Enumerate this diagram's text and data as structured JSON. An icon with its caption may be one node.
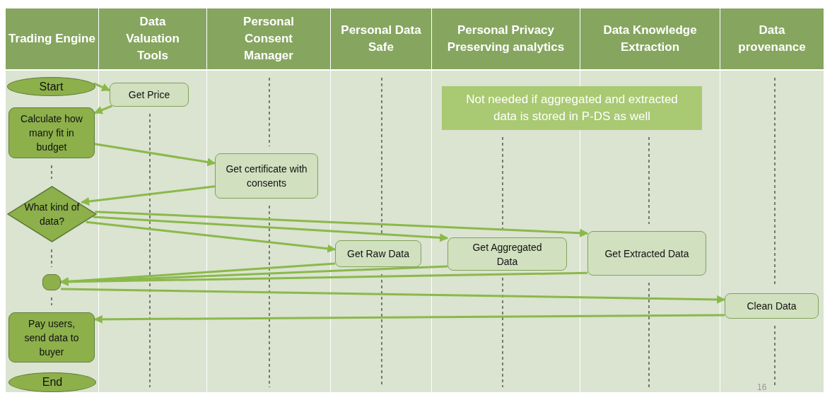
{
  "diagram": {
    "nodes": [
      {
        "text": [
          "Trading Engine"
        ]
      },
      {
        "text": [
          "Data Valuation Tools"
        ]
      },
      {
        "text": [
          "Personal Consent Manager"
        ]
      },
      {
        "text": [
          "Personal Data Safe"
        ]
      },
      {
        "text": [
          "Personal Privacy Preserving analytics"
        ]
      },
      {
        "text": [
          "Data Knowledge Extraction"
        ]
      },
      {
        "text": [
          "Data provenance"
        ]
      },
      {
        "text": [
          "Start"
        ]
      },
      {
        "text": [
          "Get Price"
        ]
      },
      {
        "text": [
          "Not needed if aggregated and extracted data is stored in P-DS as well"
        ]
      },
      {
        "text": [
          "Calculate how many fit in budget"
        ]
      },
      {
        "text": [
          "Get certificate with consents"
        ]
      },
      {
        "text": [
          "What kind of data?"
        ]
      },
      {
        "text": [
          "Get Raw Data"
        ]
      },
      {
        "text": [
          "Get Aggregated Data"
        ]
      },
      {
        "text": [
          "Get Extracted Data"
        ]
      },
      {
        "text": [],
        "shape": "box"
      },
      {
        "text": [
          "Clean Data"
        ]
      },
      {
        "text": [
          "Pay users, send data to buyer"
        ]
      },
      {
        "text": [
          "End"
        ]
      }
    ],
    "edges": [
      {
        "from": 7,
        "to": 8,
        "arrow": "to"
      },
      {
        "from": 8,
        "to": 10,
        "arrow": "to"
      },
      {
        "from": 10,
        "to": 11,
        "arrow": "to"
      },
      {
        "from": 11,
        "to": 12,
        "arrow": "to"
      },
      {
        "from": 12,
        "to": 15,
        "arrow": "to"
      },
      {
        "from": 12,
        "to": 14,
        "arrow": "to"
      },
      {
        "from": 12,
        "to": 13,
        "arrow": "to"
      },
      {
        "from": 13,
        "to": 16,
        "arrow": "to"
      },
      {
        "from": 14,
        "to": 16,
        "arrow": "to"
      },
      {
        "from": 15,
        "to": 16,
        "arrow": "to"
      },
      {
        "from": 16,
        "to": 17,
        "arrow": "to"
      },
      {
        "from": 17,
        "to": 18,
        "arrow": "to"
      }
    ],
    "labels": [
      "16"
    ]
  }
}
